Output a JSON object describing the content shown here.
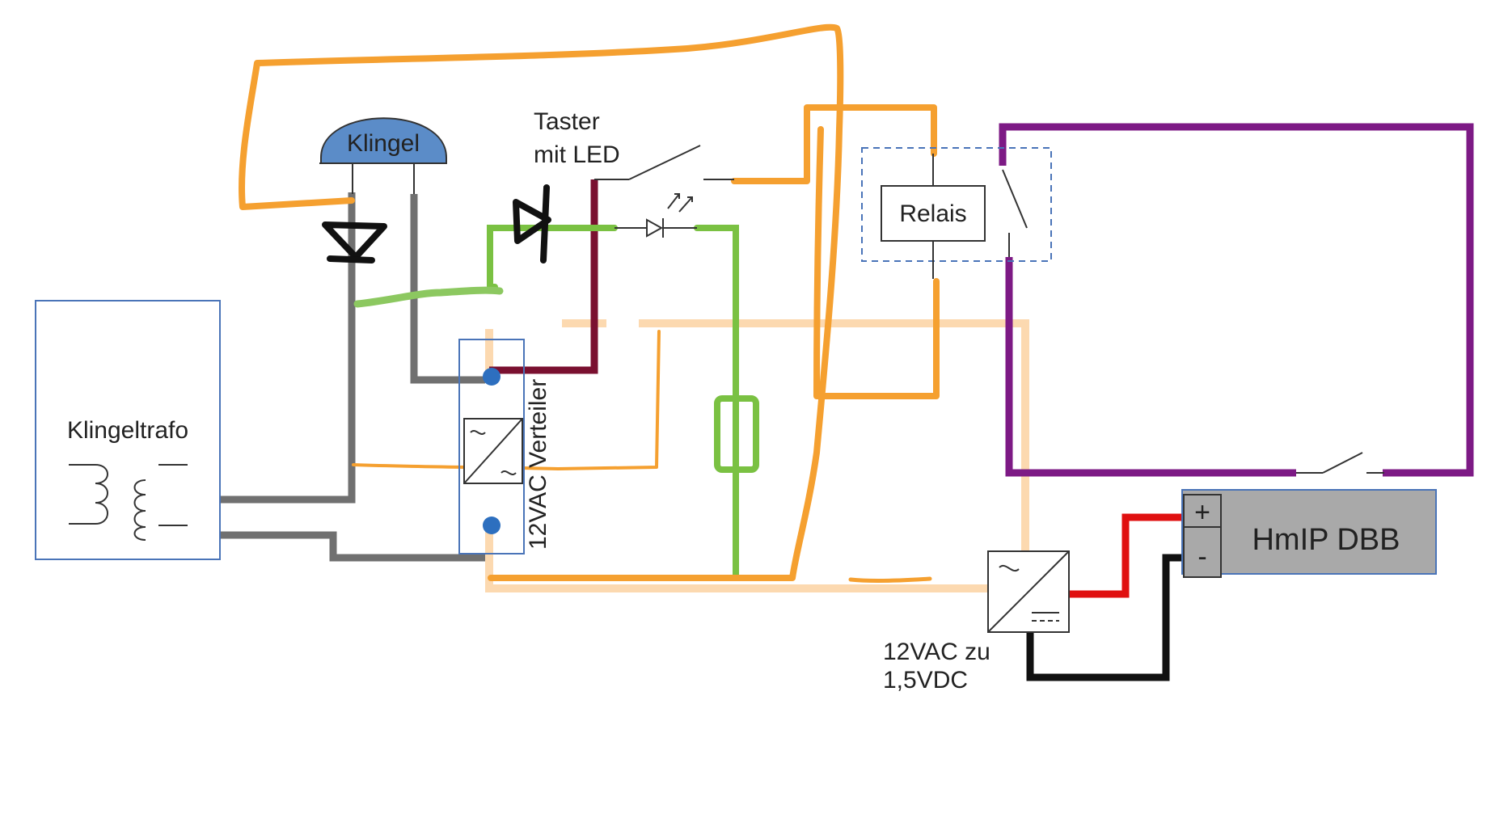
{
  "labels": {
    "klingel": "Klingel",
    "taster_line1": "Taster",
    "taster_line2": "mit LED",
    "relais": "Relais",
    "klingeltrafo": "Klingeltrafo",
    "verteiler": "12VAC Verteiler",
    "converter_line1": "12VAC zu",
    "converter_line2": "1,5VDC",
    "hmip": "HmIP DBB",
    "plus": "+",
    "minus": "-"
  },
  "colors": {
    "orange": "#f5a030",
    "green": "#7ac142",
    "purple": "#7d1a85",
    "darkred": "#7a1030",
    "peach": "#fcd9b0",
    "grey": "#707070",
    "red": "#e01010",
    "black": "#111111",
    "blue_outline": "#4a74b8",
    "klingel_fill": "#5b8cc8",
    "hmip_fill": "#a9a9a9"
  }
}
